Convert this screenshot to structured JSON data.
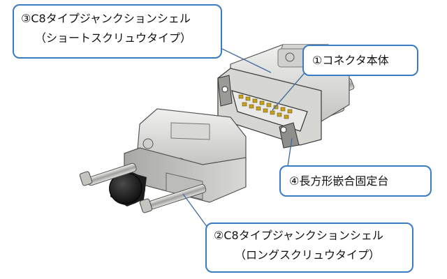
{
  "callouts": {
    "c1": {
      "line1": "①コネクタ本体"
    },
    "c2": {
      "line1": "②C8タイプジャンクションシェル",
      "line2": "（ロングスクリュウタイプ）"
    },
    "c3": {
      "line1": "③C8タイプジャンクションシェル",
      "line2": "（ショートスクリュウタイプ）"
    },
    "c4": {
      "line1": "④長方形嵌合固定台"
    }
  },
  "colors": {
    "callout_border": "#3a7cc4",
    "leader": "#4a6fa0",
    "metal_light": "#e4e4e2",
    "metal_mid": "#c9c9c6",
    "metal_dark": "#8c8c8a",
    "pins": "#c8a020"
  },
  "icons": {
    "thumbscrew": "screw-icon",
    "cable": "cable-icon"
  }
}
